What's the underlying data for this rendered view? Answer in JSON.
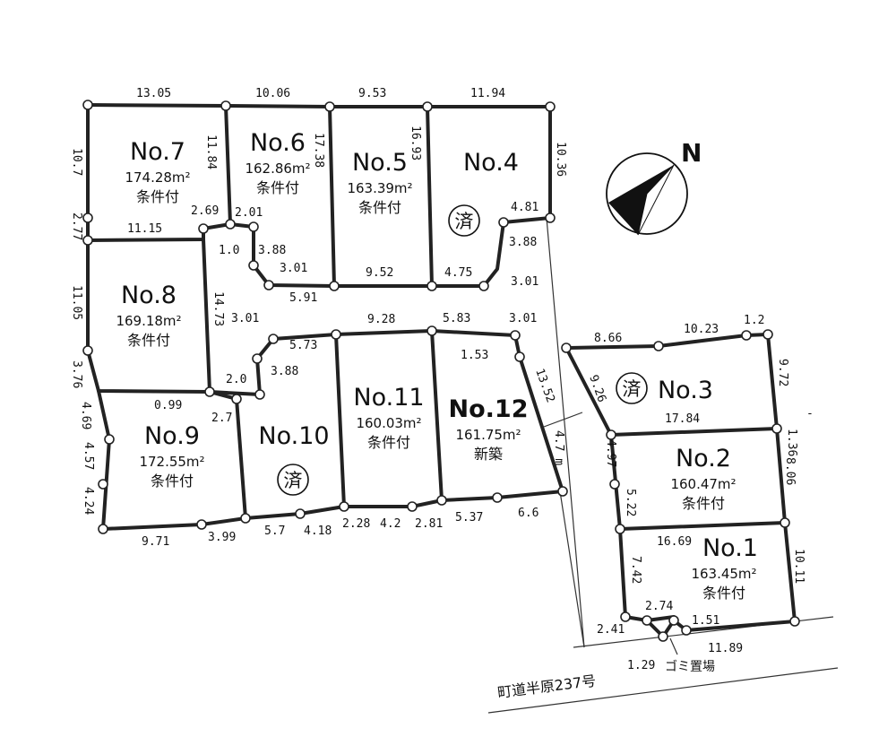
{
  "lots": [
    {
      "no": "No.7",
      "area": "174.28m²",
      "note": "条件付"
    },
    {
      "no": "No.6",
      "area": "162.86m²",
      "note": "条件付"
    },
    {
      "no": "No.5",
      "area": "163.39m²",
      "note": "条件付"
    },
    {
      "no": "No.4",
      "sold": "済"
    },
    {
      "no": "No.8",
      "area": "169.18m²",
      "note": "条件付"
    },
    {
      "no": "No.3",
      "sold": "済"
    },
    {
      "no": "No.9",
      "area": "172.55m²",
      "note": "条件付"
    },
    {
      "no": "No.10",
      "sold": "済"
    },
    {
      "no": "No.11",
      "area": "160.03m²",
      "note": "条件付"
    },
    {
      "no": "No.12",
      "area": "161.75m²",
      "note": "新築"
    },
    {
      "no": "No.2",
      "area": "160.47m²",
      "note": "条件付"
    },
    {
      "no": "No.1",
      "area": "163.45m²",
      "note": "条件付"
    }
  ],
  "dimensions": [
    "13.05",
    "10.06",
    "9.53",
    "11.94",
    "10.7",
    "11.84",
    "17.38",
    "16.93",
    "10.36",
    "2.77",
    "11.15",
    "2.69",
    "2.01",
    "4.81",
    "1.0",
    "3.88",
    "3.01",
    "3.88",
    "9.52",
    "4.75",
    "3.01",
    "5.91",
    "11.05",
    "14.73",
    "3.01",
    "9.28",
    "5.83",
    "3.01",
    "5.73",
    "1.53",
    "8.66",
    "10.23",
    "1.2",
    "9.72",
    "13.52",
    "3.88",
    "2.0",
    "0.99",
    "3.76",
    "9.26",
    "2.7",
    "4.69",
    "4.57",
    "4.24",
    "17.84",
    "1.36",
    "4.7 m",
    "4.97",
    "8.06",
    "5.22",
    "9.71",
    "3.99",
    "5.7",
    "4.18",
    "2.28",
    "4.2",
    "2.81",
    "5.37",
    "6.6",
    "16.69",
    "7.42",
    "10.11",
    "2.74",
    "1.51",
    "2.41",
    "11.89",
    "1.29"
  ],
  "road_label": "町道半原237号",
  "garbage_label": "ゴミ置場",
  "north_label": "N"
}
